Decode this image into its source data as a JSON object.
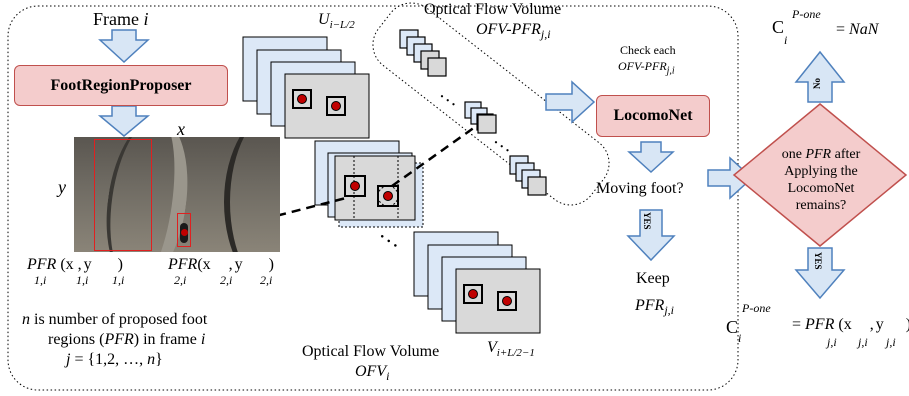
{
  "frame_label": {
    "text": "Frame ",
    "var": "i"
  },
  "foot_region_proposer": "FootRegionProposer",
  "axis_x": "x",
  "axis_y": "y",
  "pfr1": {
    "name": "PFR",
    "sub": "1,i",
    "open": "(x",
    "xsub": "1,i",
    "comma": ", y",
    "ysub": "1,i",
    "close": ")"
  },
  "pfr2": {
    "name": "PFR",
    "sub": "2,i",
    "open": "(x",
    "xsub": "2,i",
    "comma": ", y",
    "ysub": "2,i",
    "close": ")"
  },
  "note_n": {
    "var": "n",
    "line1": " is number of  proposed foot",
    "line2_a": "regions (",
    "line2_pfr": "PFR",
    "line2_b": ") in frame ",
    "line2_i": "i",
    "line3_j": "j",
    "line3_b": " = {1,2, …, ",
    "line3_n": "n",
    "line3_c": "}"
  },
  "u_label": "U",
  "u_sub": "i−L/2",
  "v_label": "V",
  "v_sub": "i+L/2−1",
  "ofv_top_title": "Optical Flow Volume",
  "ofv_top_sub": {
    "name": "OFV-PFR",
    "sub": "j,i"
  },
  "ofv_bottom_title": "Optical Flow Volume",
  "ofv_bottom_sub": {
    "name": "OFV",
    "sub": "i"
  },
  "check_each": "Check each",
  "check_sub": {
    "name": "OFV-PFR",
    "sub": "j,i"
  },
  "locomonet": "LocomoNet",
  "moving_foot": "Moving foot?",
  "yes_label": "YES",
  "keep": "Keep",
  "keep_pfr": {
    "name": "PFR",
    "sub": "j,i"
  },
  "diamond_text": {
    "line1_a": "one ",
    "line1_pfr": "PFR",
    "line1_b": " after",
    "line2": "Applying the",
    "line3": "LocomoNet",
    "line4": "remains?"
  },
  "no_label": "No",
  "yes_label2": "YES",
  "top_result": {
    "c": "C",
    "ci": "i",
    "sup": "P-one",
    "eq": " = ",
    "val": "NaN"
  },
  "bottom_result": {
    "c": "C",
    "ci": "i",
    "sup": "P-one",
    "eq": " = ",
    "pfr": "PFR",
    "pfrsub": "j,i",
    "open": "(x",
    "xsub": "j,i",
    "comma": ", y",
    "ysub": "j,i",
    "close": ")"
  },
  "colors": {
    "arrow_fill": "#d8e6f5",
    "arrow_stroke": "#4f81bd",
    "pink": "#f4cccc",
    "pink_border": "#c0504d",
    "frame_fill": "#dce8f7",
    "frame_gray": "#d9d9d9",
    "dot_red": "#c00000"
  }
}
